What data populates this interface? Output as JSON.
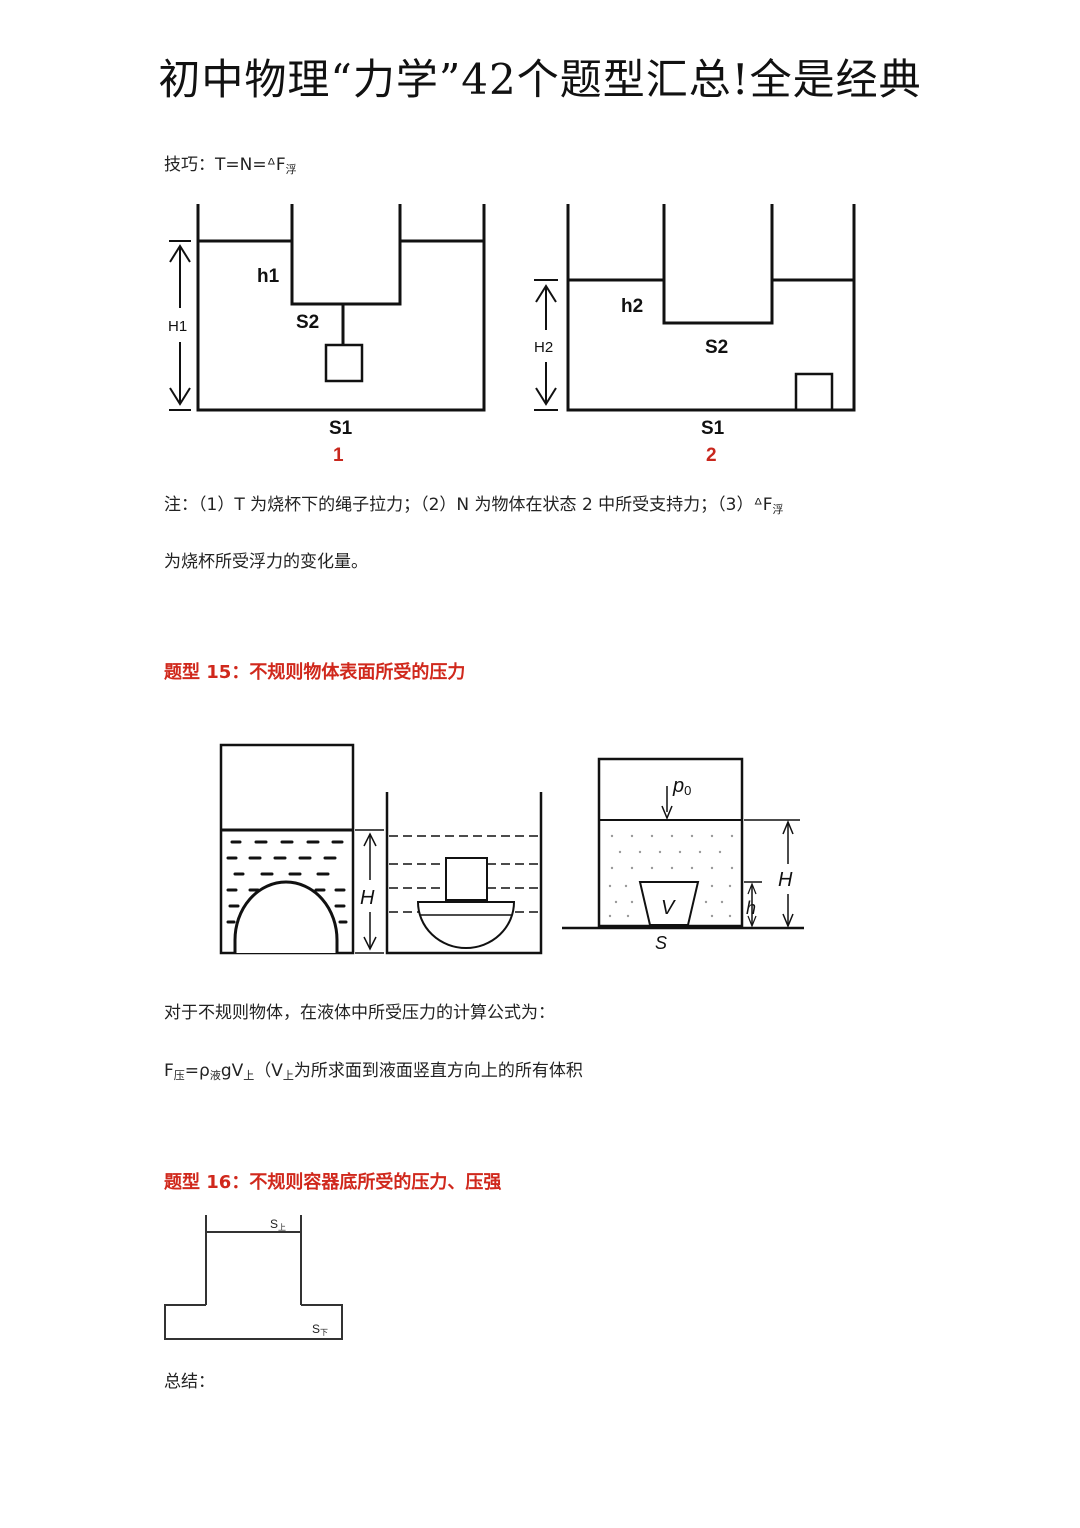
{
  "page": {
    "title": "初中物理“力学”42个题型汇总!全是经典"
  },
  "tip": {
    "prefix": "技巧：T=N=",
    "delta": "ᐞF",
    "sub": "浮"
  },
  "fig1": {
    "left": {
      "h_label": "h1",
      "H_label": "H1",
      "s2_label": "S2",
      "s1_label": "S1",
      "number": "1"
    },
    "right": {
      "h_label": "h2",
      "H_label": "H2",
      "s2_label": "S2",
      "s1_label": "S1",
      "number": "2"
    },
    "number_color": "#c8271d"
  },
  "note": {
    "line1_prefix": "注：（1）T 为烧杯下的绳子拉力；（2）N 为物体在状态 2 中所受支持力；（3）",
    "delta": "ᐞF",
    "sub": "浮",
    "line2": "为烧杯所受浮力的变化量。"
  },
  "section15": {
    "heading": "题型 15：不规则物体表面所受的压力",
    "fig": {
      "H_label": "H",
      "p0_label": "p",
      "p0_sub": "0",
      "V_label": "V",
      "h_label": "h",
      "S_label": "S",
      "H2_label": "H"
    },
    "desc": "对于不规则物体，在液体中所受压力的计算公式为：",
    "formula": {
      "f": "F",
      "f_sub": "压",
      "rho": "=ρ",
      "rho_sub": "液",
      "gv": "gV",
      "gv_sub": "上",
      "paren": "（V",
      "paren_sub": "上",
      "rest": "为所求面到液面竖直方向上的所有体积"
    }
  },
  "section16": {
    "heading": "题型 16：不规则容器底所受的压力、压强",
    "fig": {
      "s_top": "S",
      "s_top_sub": "上",
      "s_bottom": "S",
      "s_bottom_sub": "下"
    },
    "summary": "总结："
  }
}
